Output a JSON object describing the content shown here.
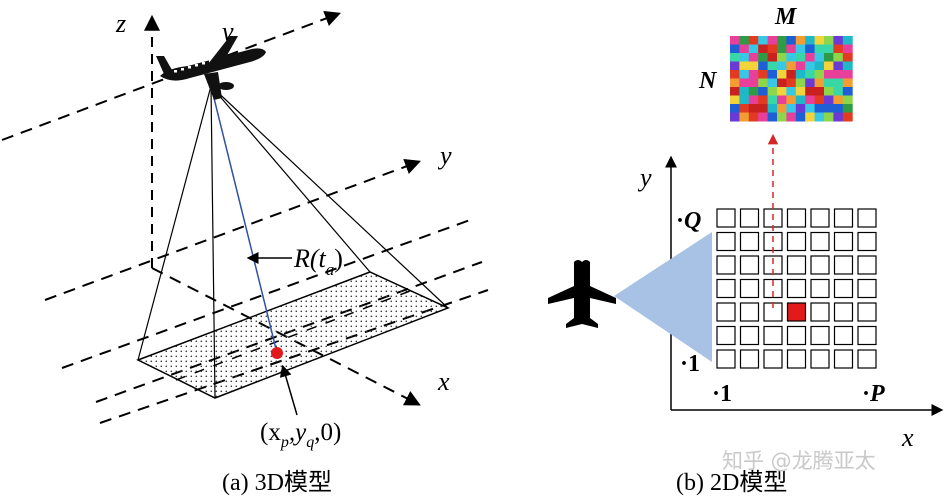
{
  "panel_a": {
    "axis_z": "z",
    "axis_y": "y",
    "axis_x": "x",
    "velocity": "v",
    "range_R": "R(",
    "range_t": "t",
    "range_sub": "a",
    "range_close": ")",
    "point_open": "(x",
    "point_p": "p",
    "point_mid": ",y",
    "point_q": "q",
    "point_close": ",0)",
    "caption": "(a) 3D模型"
  },
  "panel_b": {
    "axis_y": "y",
    "axis_x": "x",
    "label_M": "M",
    "label_N": "N",
    "label_Q": "Q",
    "label_1_left": "1",
    "label_1_bottom": "1",
    "label_P": "P",
    "caption": "(b) 2D模型",
    "grid_rows": 7,
    "grid_cols": 7,
    "highlight_cell": [
      4,
      3
    ],
    "highlight_color": "#e31a1c",
    "beam_color": "#a8c2e6",
    "arrow_color": "#d62728",
    "matrix_colors": [
      "#1f5fd6",
      "#e33a22",
      "#37c8e6",
      "#8dd64b",
      "#f2d43a",
      "#e8409a",
      "#2f9c45",
      "#1fb8c9",
      "#c92020",
      "#6b3ad6",
      "#f39c33",
      "#39d6a8"
    ]
  },
  "watermark": "知乎 @龙腾亚太",
  "colors": {
    "ink": "#000000",
    "point_red": "#e31a1c",
    "range_line": "#2f4fa8"
  }
}
